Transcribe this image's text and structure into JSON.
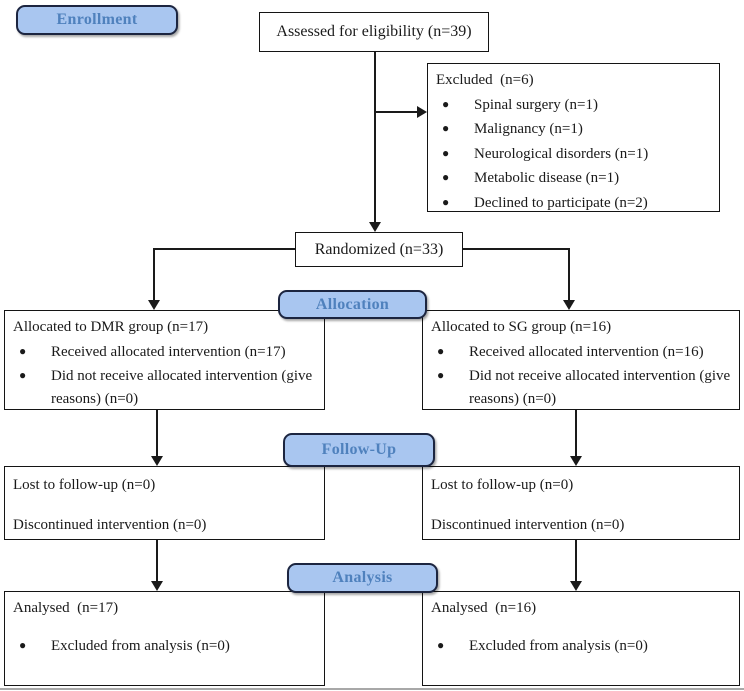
{
  "stages": {
    "enrollment": "Enrollment",
    "allocation": "Allocation",
    "followup": "Follow-Up",
    "analysis": "Analysis"
  },
  "boxes": {
    "assessed": "Assessed for eligibility (n=39)",
    "randomized": "Randomized (n=33)",
    "excluded": {
      "title": "Excluded  (n=6)",
      "items": [
        "Spinal surgery (n=1)",
        "Malignancy (n=1)",
        "Neurological disorders (n=1)",
        "Metabolic disease (n=1)",
        "Declined to participate (n=2)"
      ]
    },
    "alloc_left": {
      "title": "Allocated to DMR group (n=17)",
      "items": [
        "Received allocated intervention (n=17)",
        "Did not receive allocated intervention (give reasons) (n=0)"
      ]
    },
    "alloc_right": {
      "title": "Allocated to SG group (n=16)",
      "items": [
        "Received allocated intervention (n=16)",
        "Did not receive allocated intervention (give reasons) (n=0)"
      ]
    },
    "follow_left": {
      "lines": [
        "Lost to follow-up (n=0)",
        "Discontinued intervention (n=0)"
      ]
    },
    "follow_right": {
      "lines": [
        "Lost to follow-up (n=0)",
        "Discontinued intervention (n=0)"
      ]
    },
    "analysis_left": {
      "title": "Analysed  (n=17)",
      "items": [
        "Excluded from analysis (n=0)"
      ]
    },
    "analysis_right": {
      "title": "Analysed  (n=16)",
      "items": [
        "Excluded from analysis (n=0)"
      ]
    }
  },
  "colors": {
    "label_fill": "#a9c6f0",
    "label_text": "#4f81bd",
    "label_border": "#1c2540",
    "box_border": "#141414",
    "line": "#1a1a1a"
  }
}
